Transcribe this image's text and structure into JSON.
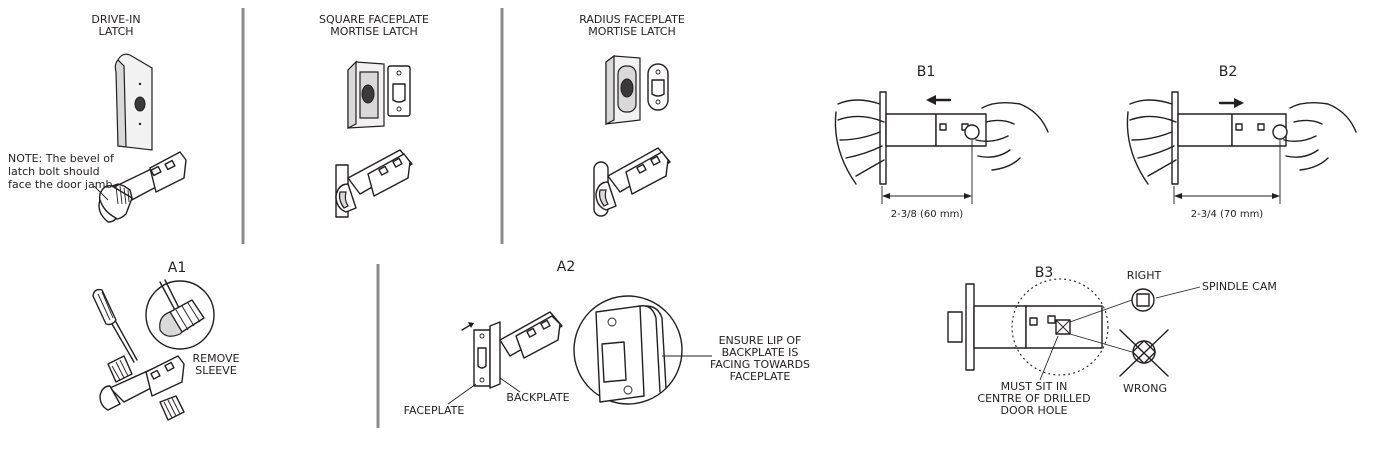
{
  "top_labels": {
    "drive_in": [
      "DRIVE-IN",
      "LATCH"
    ],
    "square": [
      "SQUARE FACEPLATE",
      "MORTISE LATCH"
    ],
    "radius": [
      "RADIUS FACEPLATE",
      "MORTISE LATCH"
    ]
  },
  "note": [
    "NOTE: The bevel of",
    "latch bolt should",
    "face the door jamb"
  ],
  "step_labels": {
    "a1": "A1",
    "a2": "A2",
    "b1": "B1",
    "b2": "B2",
    "b3": "B3"
  },
  "a1": {
    "remove_sleeve": [
      "REMOVE",
      "SLEEVE"
    ]
  },
  "a2": {
    "faceplate": "FACEPLATE",
    "backplate": "BACKPLATE",
    "ensure_lip": [
      "ENSURE LIP OF",
      "BACKPLATE IS",
      "FACING TOWARDS",
      "FACEPLATE"
    ]
  },
  "b1": {
    "dimension": "2-3/8 (60 mm)"
  },
  "b2": {
    "dimension": "2-3/4 (70 mm)"
  },
  "b3": {
    "right": "RIGHT",
    "spindle_cam": "SPINDLE CAM",
    "wrong": "WRONG",
    "must_sit": [
      "MUST SIT IN",
      "CENTRE OF DRILLED",
      "DOOR HOLE"
    ]
  },
  "colors": {
    "ink": "#231f20",
    "divider": "#8c8c8c"
  }
}
